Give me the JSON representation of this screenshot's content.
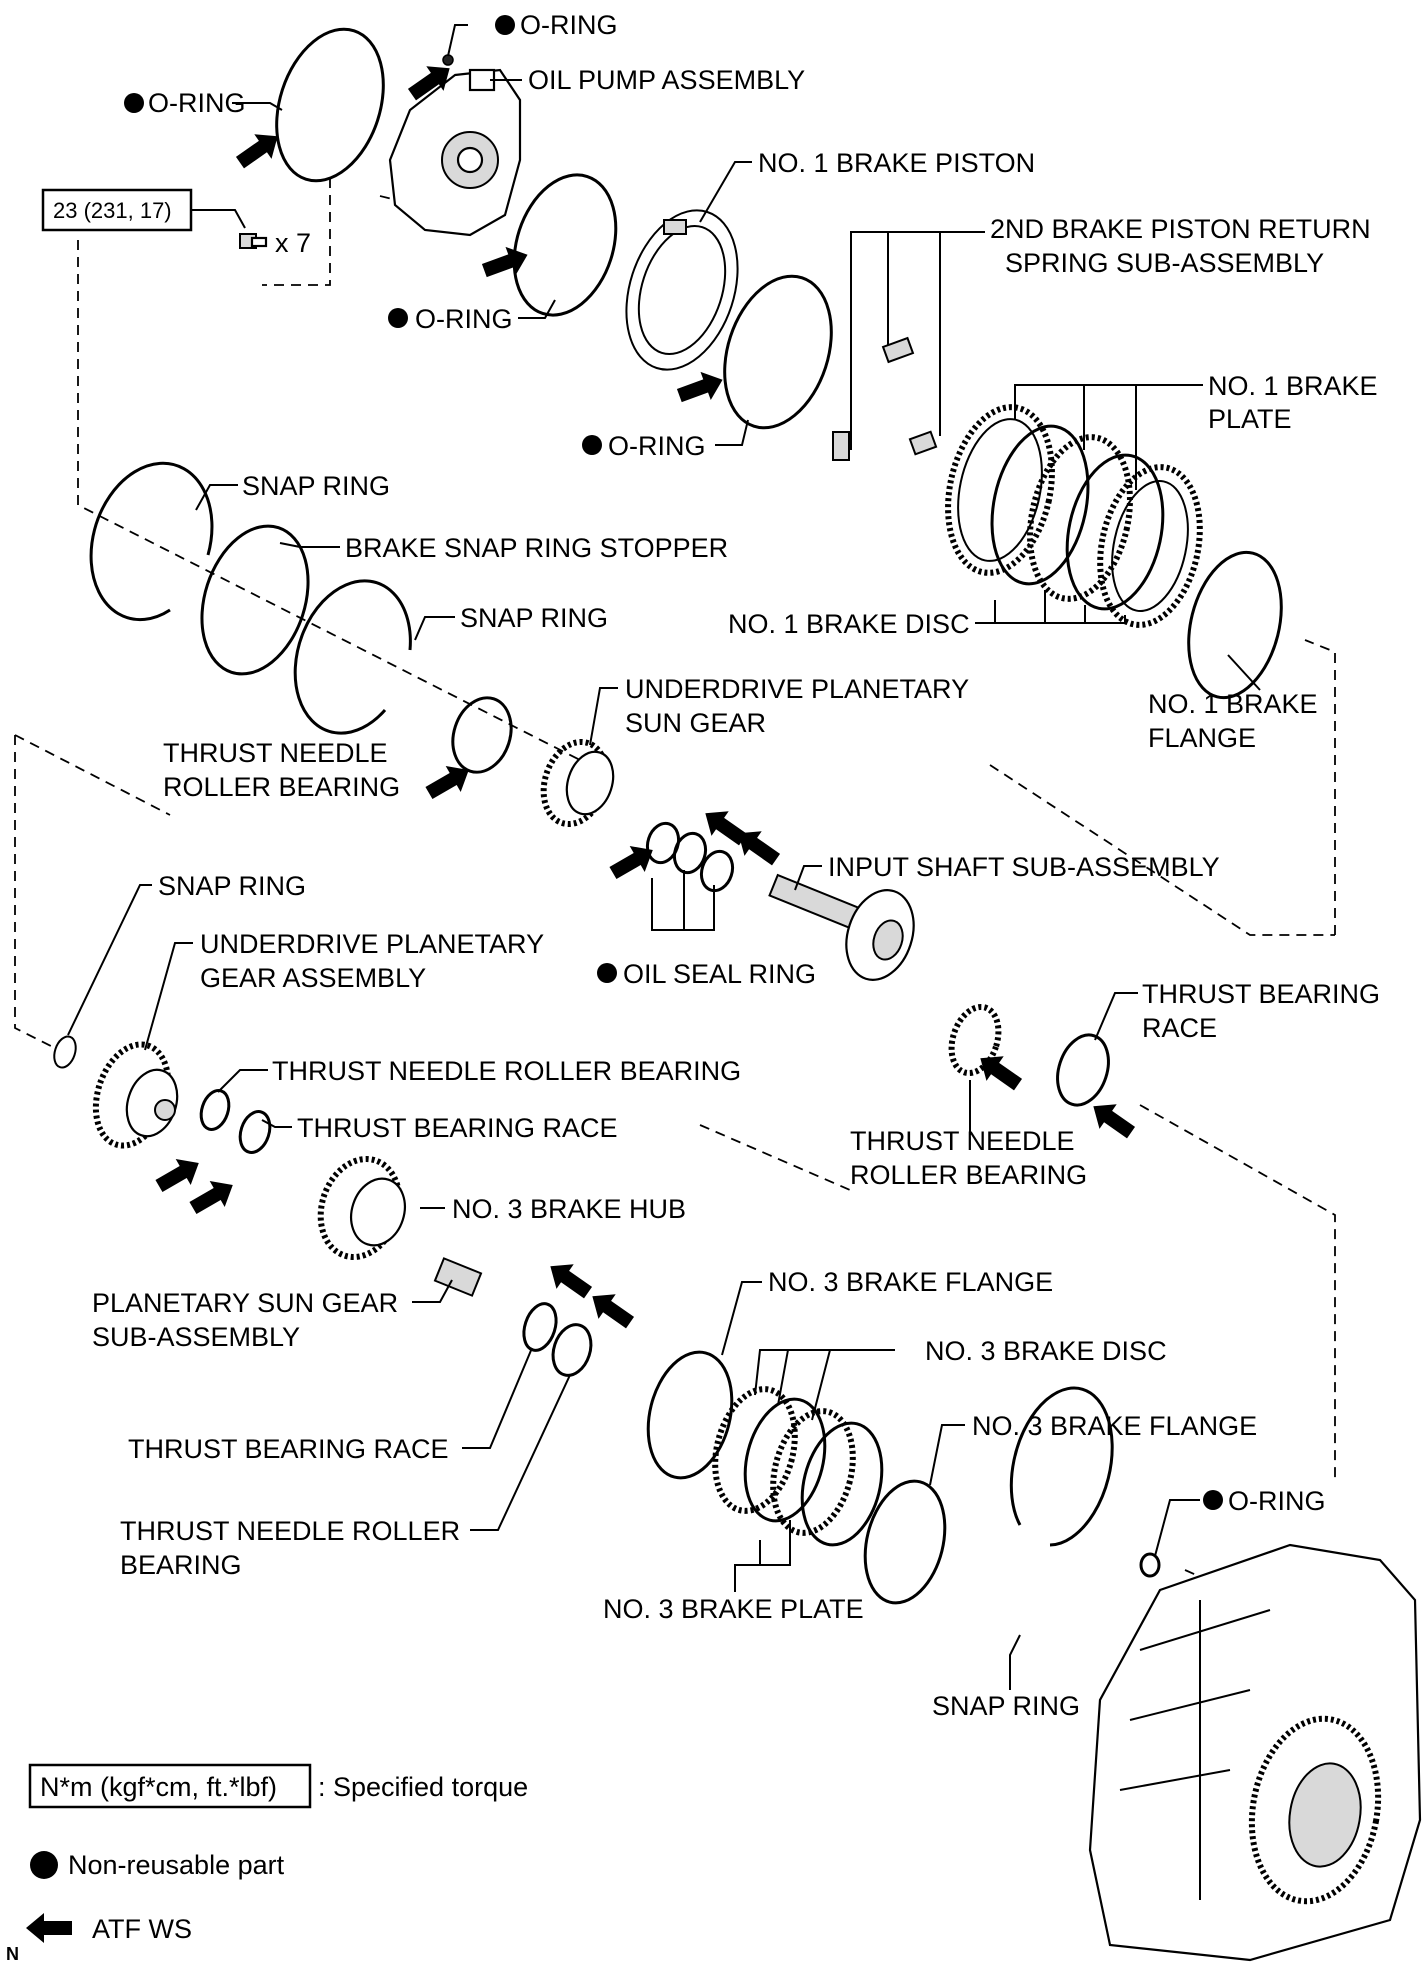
{
  "labels": {
    "o_ring_top": "O-RING",
    "o_ring_left": "O-RING",
    "oil_pump_assembly": "OIL PUMP ASSEMBLY",
    "no1_brake_piston": "NO. 1 BRAKE PISTON",
    "torque_spec": "23 (231, 17)",
    "bolt_qty": "x 7",
    "second_brake_return_spring_l1": "2ND BRAKE PISTON RETURN",
    "second_brake_return_spring_l2": "SPRING SUB-ASSEMBLY",
    "o_ring_mid": "O-RING",
    "no1_brake_plate_l1": "NO. 1 BRAKE",
    "no1_brake_plate_l2": "PLATE",
    "o_ring_lower": "O-RING",
    "snap_ring_1": "SNAP RING",
    "brake_snap_ring_stopper": "BRAKE SNAP RING STOPPER",
    "snap_ring_2": "SNAP RING",
    "no1_brake_disc": "NO. 1 BRAKE DISC",
    "underdrive_sun_gear_l1": "UNDERDRIVE PLANETARY",
    "underdrive_sun_gear_l2": "SUN GEAR",
    "no1_brake_flange_l1": "NO. 1 BRAKE",
    "no1_brake_flange_l2": "FLANGE",
    "thrust_needle_bearing_a_l1": "THRUST NEEDLE",
    "thrust_needle_bearing_a_l2": "ROLLER BEARING",
    "input_shaft": "INPUT SHAFT SUB-ASSEMBLY",
    "snap_ring_3": "SNAP RING",
    "underdrive_gear_asm_l1": "UNDERDRIVE PLANETARY",
    "underdrive_gear_asm_l2": "GEAR ASSEMBLY",
    "oil_seal_ring": "OIL SEAL RING",
    "thrust_bearing_race_right_l1": "THRUST BEARING",
    "thrust_bearing_race_right_l2": "RACE",
    "thrust_needle_bearing_b": "THRUST NEEDLE ROLLER BEARING",
    "thrust_bearing_race_b": "THRUST BEARING RACE",
    "thrust_needle_bearing_c_l1": "THRUST NEEDLE",
    "thrust_needle_bearing_c_l2": "ROLLER BEARING",
    "no3_brake_hub": "NO. 3 BRAKE HUB",
    "planetary_sun_gear_l1": "PLANETARY SUN GEAR",
    "planetary_sun_gear_l2": "SUB-ASSEMBLY",
    "no3_brake_flange_1": "NO. 3 BRAKE FLANGE",
    "no3_brake_disc": "NO. 3 BRAKE DISC",
    "no3_brake_flange_2": "NO. 3 BRAKE FLANGE",
    "thrust_bearing_race_c": "THRUST BEARING RACE",
    "thrust_needle_bearing_d_l1": "THRUST NEEDLE ROLLER",
    "thrust_needle_bearing_d_l2": "BEARING",
    "o_ring_case": "O-RING",
    "no3_brake_plate": "NO. 3 BRAKE PLATE",
    "snap_ring_4": "SNAP RING"
  },
  "legend": {
    "torque_box": "N*m (kgf*cm, ft.*lbf)",
    "torque_text": ": Specified torque",
    "non_reusable": "Non-reusable part",
    "atf": "ATF WS"
  },
  "corner_mark": "N"
}
